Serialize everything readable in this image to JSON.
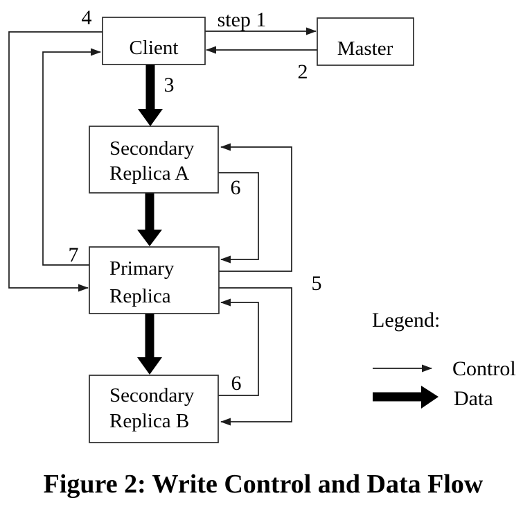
{
  "figure": {
    "caption": "Figure 2: Write Control and Data Flow",
    "nodes": {
      "client": "Client",
      "master": "Master",
      "secondary_a_line1": "Secondary",
      "secondary_a_line2": "Replica A",
      "primary_line1": "Primary",
      "primary_line2": "Replica",
      "secondary_b_line1": "Secondary",
      "secondary_b_line2": "Replica B"
    },
    "edge_labels": {
      "step1": "step 1",
      "step2": "2",
      "step3": "3",
      "step4": "4",
      "step5": "5",
      "step6_from_a": "6",
      "step6_from_b": "6",
      "step7": "7"
    },
    "legend": {
      "title": "Legend:",
      "control": "Control",
      "data": "Data"
    },
    "colors": {
      "background": "#ffffff",
      "line": "#1c1c1c",
      "box_border": "#2b2b2b",
      "text": "#000000",
      "data_arrow": "#000000"
    }
  }
}
